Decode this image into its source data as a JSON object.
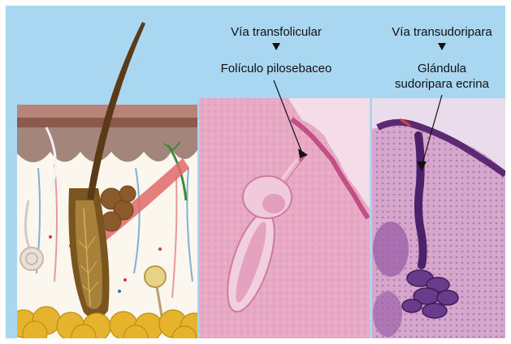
{
  "routes": {
    "transfollicular": {
      "route_label": "Vía transfolicular",
      "structure_label": "Folículo pilosebaceo"
    },
    "transsudoriparous": {
      "route_label": "Vía transudoripara",
      "structure_label_line1": "Glándula",
      "structure_label_line2": "sudoripara ecrina"
    }
  },
  "colors": {
    "background": "#a9d6f0",
    "histology_pink": "#e7a9c3",
    "histology_purple": "#b17cb6",
    "fat": "#e2b22a",
    "hair": "#5a3a17"
  },
  "panels": [
    "skin-illustration",
    "follicle-histology",
    "sweat-gland-histology"
  ]
}
